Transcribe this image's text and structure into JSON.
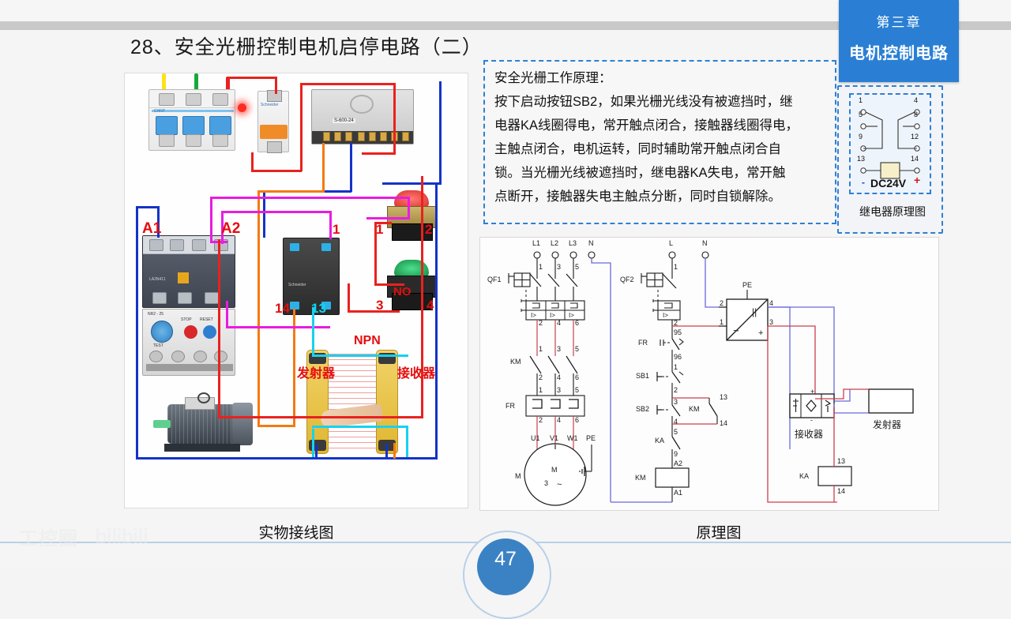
{
  "chapter": {
    "number_label": "第三章",
    "name_label": "电机控制电路"
  },
  "title": "28、安全光栅控制电机启停电路（二）",
  "explanation": {
    "heading": "安全光栅工作原理：",
    "lines": [
      "按下启动按钮SB2，如果光栅光线没有被遮挡时，继",
      "电器KA线圈得电，常开触点闭合，接触器线圈得电，",
      "主触点闭合，电机运转，同时辅助常开触点闭合自",
      "锁。当光栅光线被遮挡时，继电器KA失电，常开触",
      "点断开，接触器失电主触点分断，同时自锁解除。"
    ]
  },
  "relay_diagram": {
    "caption": "继电器原理图",
    "terminals": {
      "t1": "1",
      "t4": "4",
      "t5": "5",
      "t8": "8",
      "t9": "9",
      "t12": "12",
      "t13": "13",
      "t14": "14"
    },
    "coil_label": "DC24V",
    "minus": "-",
    "plus": "+"
  },
  "photo_panel": {
    "caption": "实物接线图",
    "labels": {
      "a1": "A1",
      "a2": "A2",
      "relay_1": "1",
      "relay_14": "14",
      "relay_13": "13",
      "btn_red_1": "1",
      "btn_red_2": "2",
      "btn_green_3": "3",
      "btn_green_4": "4",
      "btn_green_no": "NO",
      "npn": "NPN",
      "emitter": "发射器",
      "receiver": "接收器"
    },
    "device_text": {
      "breaker_brand": "CHNT",
      "psu_model": "S-600-24",
      "olr_model": "NR2 - 25",
      "olr_stop": "STOP",
      "olr_reset": "RESET",
      "olr_test": "TEST",
      "contactor_model": "LA2N411"
    }
  },
  "schematic": {
    "caption": "原理图",
    "main_circuit": {
      "supply_terminals": [
        "L1",
        "L2",
        "L3",
        "N"
      ],
      "qf1_label": "QF1",
      "qf1_in_nums": [
        "1",
        "3",
        "5"
      ],
      "qf1_out_nums": [
        "2",
        "4",
        "6"
      ],
      "km_label": "KM",
      "km_in_nums": [
        "1",
        "3",
        "5"
      ],
      "km_out_nums": [
        "2",
        "4",
        "6"
      ],
      "fr_label": "FR",
      "fr_in_nums": [
        "1",
        "3",
        "5"
      ],
      "fr_out_nums": [
        "2",
        "4",
        "6"
      ],
      "motor_leads": [
        "U1",
        "V1",
        "W1",
        "PE"
      ],
      "motor_label": "M",
      "motor_inner_m": "M",
      "motor_phase": "3",
      "motor_ac": "~"
    },
    "control_circuit": {
      "supply_terminal": "L",
      "qf2_label": "QF2",
      "qf2_in_num": "1",
      "qf2_out_num": "2",
      "fr_label": "FR",
      "fr_num_in": "95",
      "fr_num_out": "96",
      "sb1_label": "SB1",
      "sb1_in": "1",
      "sb1_out": "2",
      "sb2_label": "SB2",
      "sb2_in": "3",
      "sb2_out": "4",
      "km_aux_label": "KM",
      "km_aux_13": "13",
      "km_aux_14": "14",
      "ka_label": "KA",
      "ka_contact_num": "5",
      "ka_contact_num2": "9",
      "km_coil_label": "KM",
      "km_coil_a2": "A2",
      "km_coil_a1": "A1"
    },
    "power_supply": {
      "neutral": "N",
      "pe": "PE",
      "in1": "1",
      "in2": "2",
      "out3": "3",
      "out4": "4",
      "ac_symbol": "~",
      "dc_symbol": "||",
      "minus": "-",
      "plus": "+"
    },
    "sensors": {
      "receiver_label": "接收器",
      "receiver_plus": "+",
      "receiver_minus": "-",
      "emitter_label": "发射器",
      "ka_coil_label": "KA",
      "ka_coil_13": "13",
      "ka_coil_14": "14"
    }
  },
  "footer": {
    "page_number": "47",
    "watermark_cn": "工控圈",
    "watermark_brand": "bilibili"
  },
  "colors": {
    "accent_blue": "#2a7fd4",
    "dashed_border": "#2f7fd4",
    "wire_red": "#e8221f",
    "wire_blue": "#1433c8",
    "wire_magenta": "#e81ce0",
    "wire_orange": "#f47a12",
    "wire_cyan": "#17d2ef",
    "schematic_red": "#c9414f",
    "schematic_blue": "#6a6ae0"
  }
}
